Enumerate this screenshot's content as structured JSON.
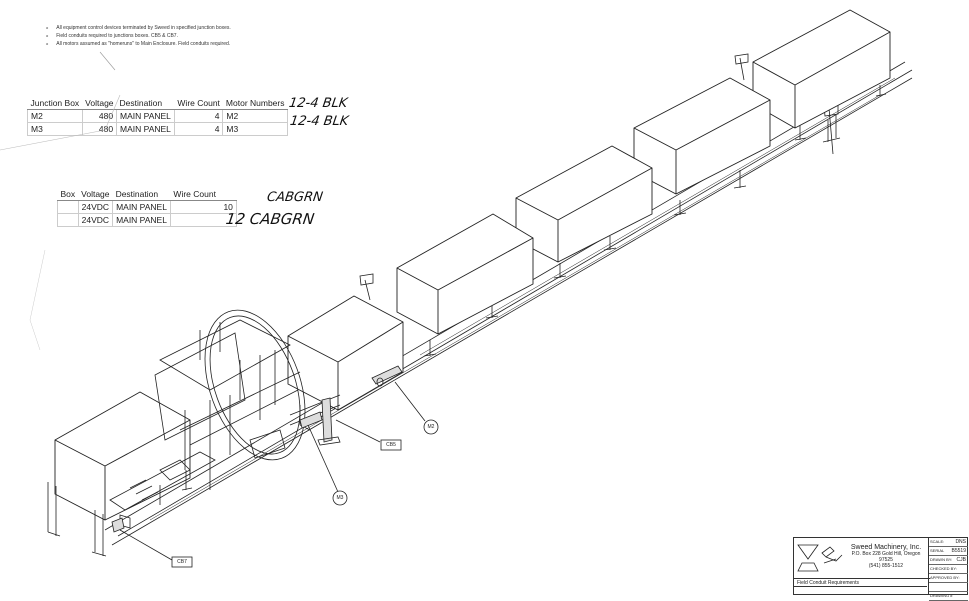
{
  "notes": [
    "All equipment control devices terminated by Sweed in specified junction boxes.",
    "Field conduits required to junctions boxes. CB5 & CB7.",
    "All motors assumed as \"homeruns\" to Main Enclosure. Field conduits required."
  ],
  "motor_table": {
    "headers": [
      "Junction Box",
      "Voltage",
      "Destination",
      "Wire Count",
      "Motor Numbers"
    ],
    "rows": [
      {
        "box": "M2",
        "voltage": "480",
        "destination": "MAIN PANEL",
        "wire_count": "4",
        "motor": "M2"
      },
      {
        "box": "M3",
        "voltage": "480",
        "destination": "MAIN PANEL",
        "wire_count": "4",
        "motor": "M3"
      }
    ]
  },
  "control_table": {
    "headers": [
      "Box",
      "Voltage",
      "Destination",
      "Wire Count"
    ],
    "rows": [
      {
        "box": "",
        "voltage": "24VDC",
        "destination": "MAIN PANEL",
        "wire_count": "10"
      },
      {
        "box": "",
        "voltage": "24VDC",
        "destination": "MAIN PANEL",
        "wire_count": ""
      }
    ]
  },
  "handwriting": {
    "line1": "12-4 BLK",
    "line2": "12-4 BLK",
    "line3": "CABGRN",
    "line4": "12 CABGRN"
  },
  "callouts": {
    "m2": "M2",
    "m3": "M3",
    "cb5": "CB5",
    "cb7": "CB7"
  },
  "title_block": {
    "company": "Sweed Machinery, Inc.",
    "address": "P.O. Box 228  Gold Hill, Oregon 97525",
    "phone": "(541) 855-1512",
    "description": "Field Conduit Requirements",
    "fields": [
      {
        "label": "SCALE:",
        "value": "DNS"
      },
      {
        "label": "SERIAL",
        "value": "B5519"
      },
      {
        "label": "DRAWN BY:",
        "value": "CJB"
      },
      {
        "label": "CHECKED BY:",
        "value": ""
      },
      {
        "label": "APPROVED BY:",
        "value": ""
      },
      {
        "label": "",
        "value": ""
      },
      {
        "label": "DRAWING #",
        "value": ""
      }
    ]
  },
  "colors": {
    "line": "#222222",
    "paper": "#ffffff"
  }
}
